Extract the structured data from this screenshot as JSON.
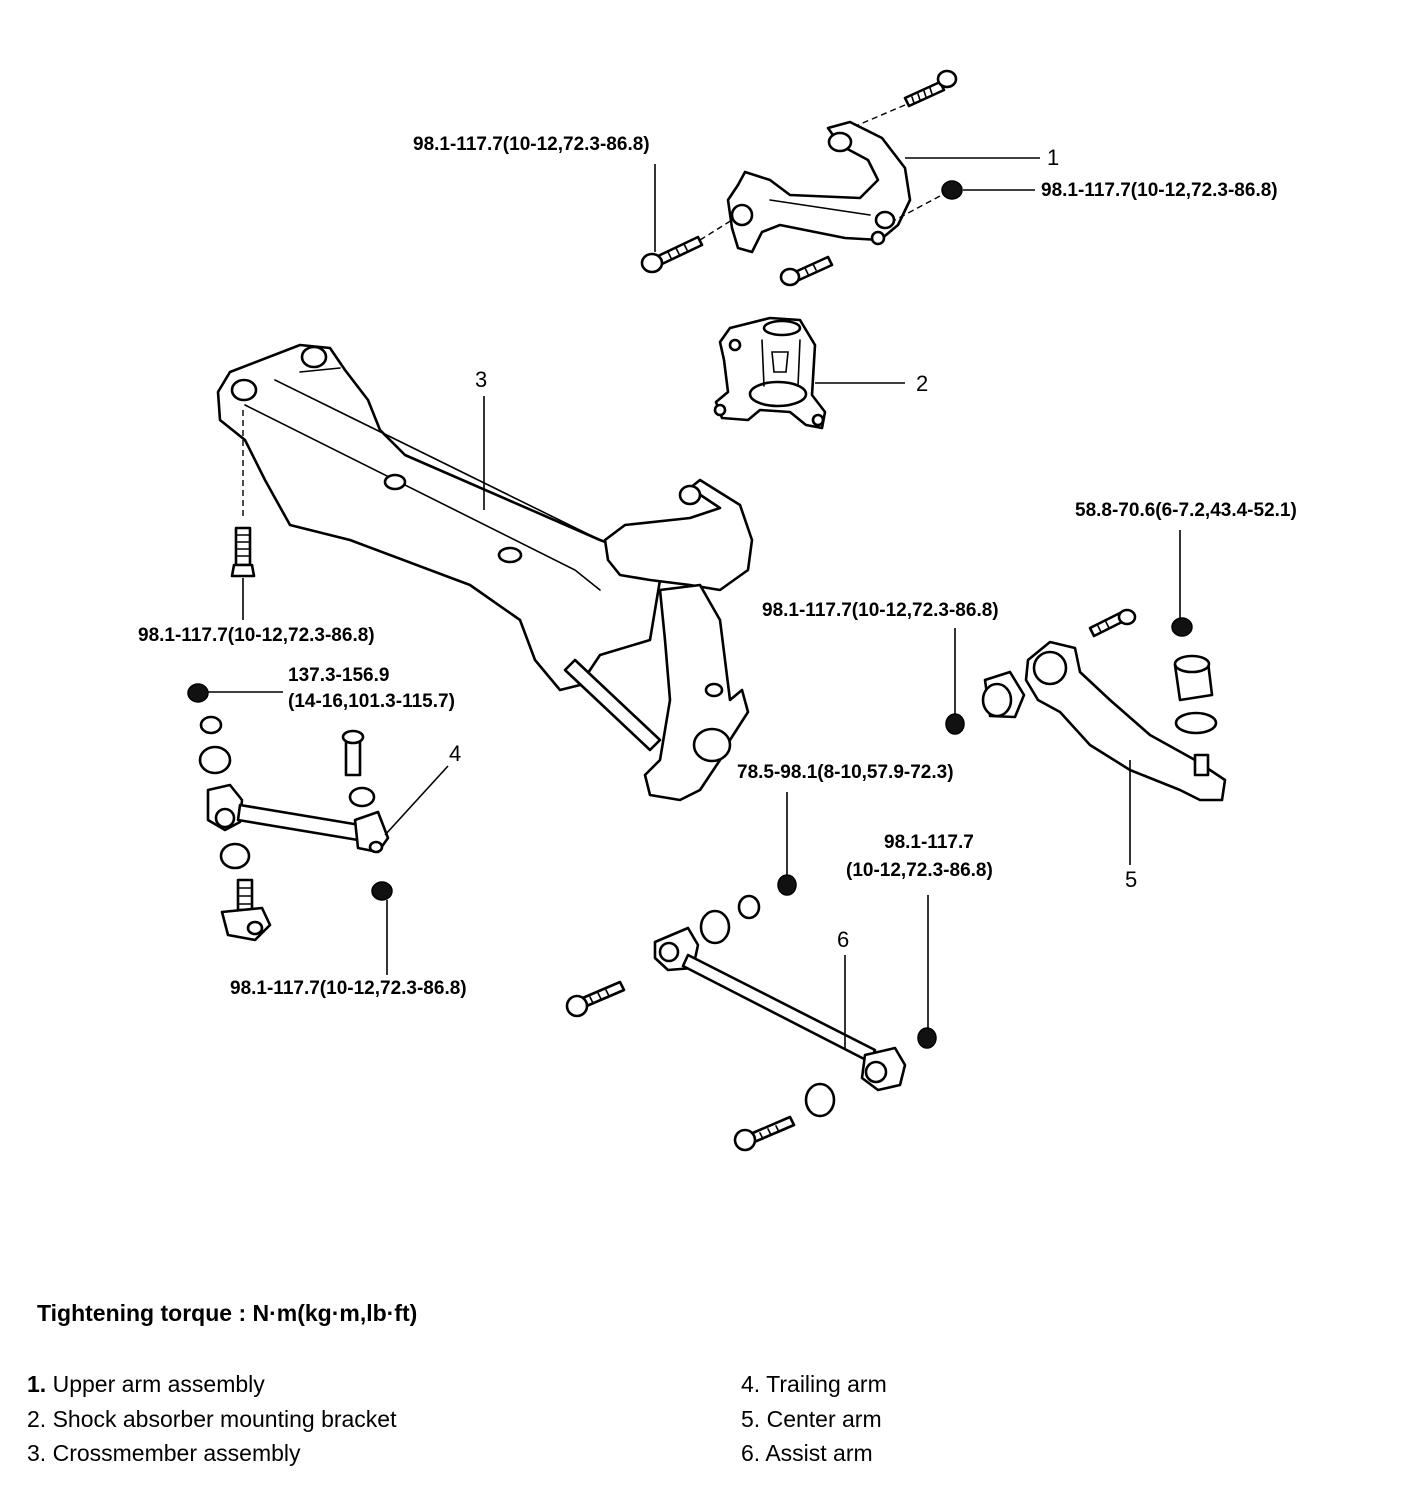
{
  "callout_numbers": {
    "n1": "1",
    "n2": "2",
    "n3": "3",
    "n4": "4",
    "n5": "5",
    "n6": "6"
  },
  "torque_labels": {
    "upper_arm_left_bolt": "98.1-117.7(10-12,72.3-86.8)",
    "upper_arm_nut": "98.1-117.7(10-12,72.3-86.8)",
    "crossmember_bolt": "98.1-117.7(10-12,72.3-86.8)",
    "trailing_arm_nut_line1": "137.3-156.9",
    "trailing_arm_nut_line2": "(14-16,101.3-115.7)",
    "trailing_arm_lower_nut": "98.1-117.7(10-12,72.3-86.8)",
    "center_arm_nut": "98.1-117.7(10-12,72.3-86.8)",
    "center_arm_top_nut": "58.8-70.6(6-7.2,43.4-52.1)",
    "assist_arm_front_nut": "78.5-98.1(8-10,57.9-72.3)",
    "assist_arm_rear_nut_line1": "98.1-117.7",
    "assist_arm_rear_nut_line2": "(10-12,72.3-86.8)"
  },
  "legend": {
    "title": "Tightening torque : N·m(kg·m,lb·ft)",
    "items": [
      {
        "num": "1.",
        "text": "Upper arm assembly"
      },
      {
        "num": "2.",
        "text": "Shock absorber mounting bracket"
      },
      {
        "num": "3.",
        "text": "Crossmember assembly"
      },
      {
        "num": "4.",
        "text": "Trailing arm"
      },
      {
        "num": "5.",
        "text": "Center arm"
      },
      {
        "num": "6.",
        "text": "Assist arm"
      }
    ]
  }
}
